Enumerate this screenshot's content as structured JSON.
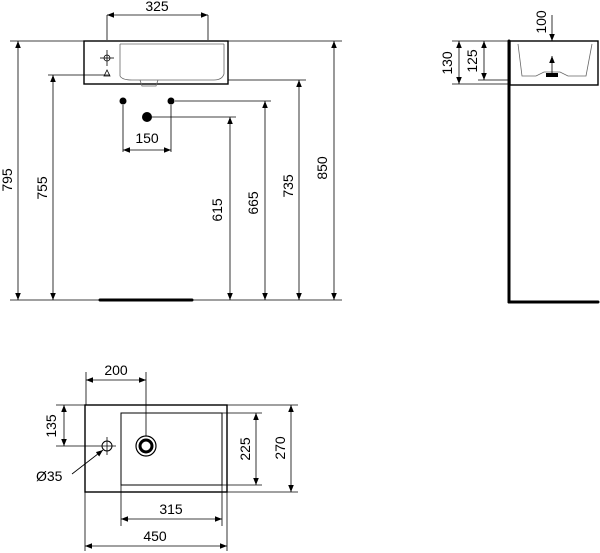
{
  "front_view": {
    "width_325": "325",
    "spacing_150": "150",
    "height_795": "795",
    "height_755": "755",
    "height_615": "615",
    "height_665": "665",
    "height_735": "735",
    "height_850": "850"
  },
  "side_view": {
    "depth_100": "100",
    "height_130": "130",
    "height_125": "125"
  },
  "top_view": {
    "offset_200": "200",
    "offset_135": "135",
    "hole_diameter": "Ø35",
    "depth_225": "225",
    "depth_270": "270",
    "bowl_width_315": "315",
    "overall_width_450": "450"
  }
}
